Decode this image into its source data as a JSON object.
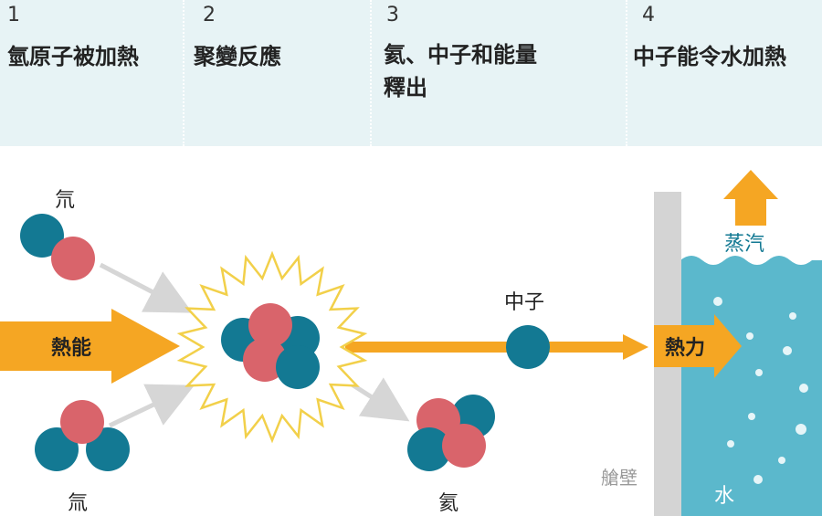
{
  "steps": [
    {
      "number": "1",
      "title": "氫原子被加熱"
    },
    {
      "number": "2",
      "title": "聚變反應"
    },
    {
      "number": "3",
      "title": "氦、中子和能量\n釋出"
    },
    {
      "number": "4",
      "title": "中子能令水加熱"
    }
  ],
  "labels": {
    "deuterium": "氘",
    "tritium": "氚",
    "heat_energy": "熱能",
    "neutron": "中子",
    "helium": "氦",
    "heat": "熱力",
    "steam": "蒸汽",
    "vessel_wall": "艙壁",
    "water": "水"
  },
  "colors": {
    "proton": "#d9646b",
    "neutron_particle": "#137993",
    "arrow": "#f5a623",
    "water": "#5bb8cc",
    "header_bg": "#e7f3f5",
    "wall": "#d4d4d4"
  }
}
